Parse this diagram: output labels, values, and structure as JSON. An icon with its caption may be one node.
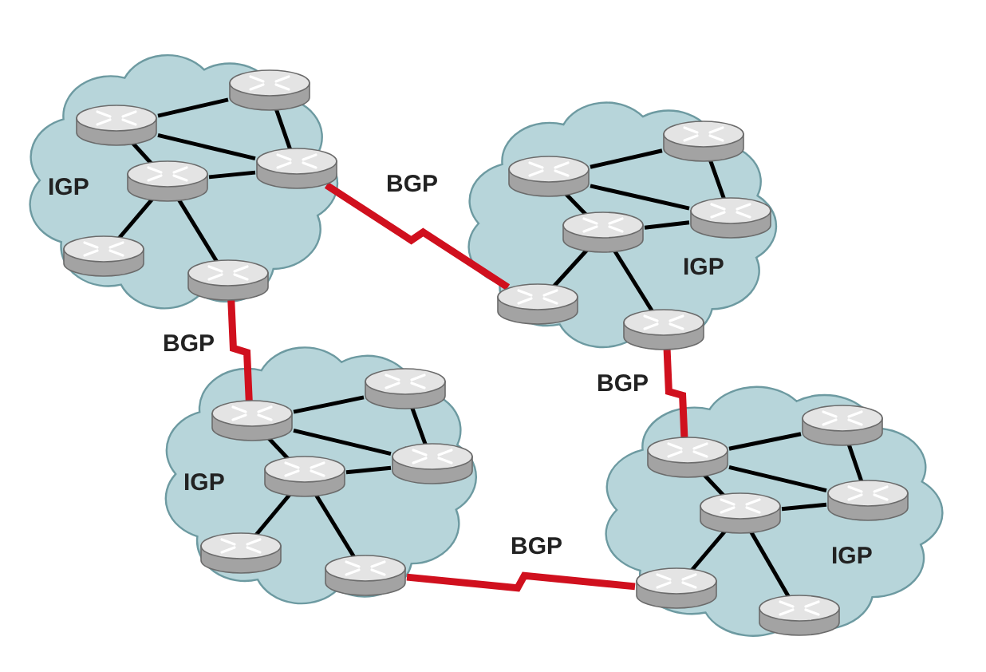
{
  "diagram": {
    "nodes": [
      {
        "text": [
          "IGP"
        ]
      },
      {
        "text": [],
        "shape": "cylinder",
        "in": 0
      },
      {
        "text": [],
        "shape": "cylinder",
        "in": 0
      },
      {
        "text": [],
        "shape": "cylinder",
        "in": 0
      },
      {
        "text": [],
        "shape": "cylinder",
        "in": 0
      },
      {
        "text": [],
        "shape": "cylinder",
        "in": 0
      },
      {
        "text": [],
        "shape": "cylinder",
        "in": 0
      },
      {
        "text": [
          "IGP"
        ]
      },
      {
        "text": [],
        "shape": "cylinder",
        "in": 7
      },
      {
        "text": [],
        "shape": "cylinder",
        "in": 7
      },
      {
        "text": [],
        "shape": "cylinder",
        "in": 7
      },
      {
        "text": [],
        "shape": "cylinder",
        "in": 7
      },
      {
        "text": [],
        "shape": "cylinder",
        "in": 7
      },
      {
        "text": [],
        "shape": "cylinder",
        "in": 7
      },
      {
        "text": [
          "IGP"
        ]
      },
      {
        "text": [],
        "shape": "cylinder",
        "in": 14
      },
      {
        "text": [],
        "shape": "cylinder",
        "in": 14
      },
      {
        "text": [],
        "shape": "cylinder",
        "in": 14
      },
      {
        "text": [],
        "shape": "cylinder",
        "in": 14
      },
      {
        "text": [],
        "shape": "cylinder",
        "in": 14
      },
      {
        "text": [],
        "shape": "cylinder",
        "in": 14
      },
      {
        "text": [
          "IGP"
        ]
      },
      {
        "text": [],
        "shape": "cylinder",
        "in": 21
      },
      {
        "text": [],
        "shape": "cylinder",
        "in": 21
      },
      {
        "text": [],
        "shape": "cylinder",
        "in": 21
      },
      {
        "text": [],
        "shape": "cylinder",
        "in": 21
      },
      {
        "text": [],
        "shape": "cylinder",
        "in": 21
      },
      {
        "text": [],
        "shape": "cylinder",
        "in": 21
      }
    ],
    "edges": [
      {
        "from": 1,
        "to": 2,
        "arrow": "none"
      },
      {
        "from": 1,
        "to": 3,
        "arrow": "none"
      },
      {
        "from": 2,
        "to": 3,
        "arrow": "none"
      },
      {
        "from": 1,
        "to": 4,
        "arrow": "none"
      },
      {
        "from": 4,
        "to": 3,
        "arrow": "none"
      },
      {
        "from": 4,
        "to": 5,
        "arrow": "none"
      },
      {
        "from": 4,
        "to": 6,
        "arrow": "none"
      },
      {
        "from": 8,
        "to": 9,
        "arrow": "none"
      },
      {
        "from": 8,
        "to": 10,
        "arrow": "none"
      },
      {
        "from": 9,
        "to": 10,
        "arrow": "none"
      },
      {
        "from": 8,
        "to": 11,
        "arrow": "none"
      },
      {
        "from": 11,
        "to": 10,
        "arrow": "none"
      },
      {
        "from": 11,
        "to": 12,
        "arrow": "none"
      },
      {
        "from": 11,
        "to": 13,
        "arrow": "none"
      },
      {
        "from": 15,
        "to": 16,
        "arrow": "none"
      },
      {
        "from": 15,
        "to": 17,
        "arrow": "none"
      },
      {
        "from": 16,
        "to": 17,
        "arrow": "none"
      },
      {
        "from": 15,
        "to": 18,
        "arrow": "none"
      },
      {
        "from": 18,
        "to": 17,
        "arrow": "none"
      },
      {
        "from": 18,
        "to": 19,
        "arrow": "none"
      },
      {
        "from": 18,
        "to": 20,
        "arrow": "none"
      },
      {
        "from": 22,
        "to": 23,
        "arrow": "none"
      },
      {
        "from": 22,
        "to": 24,
        "arrow": "none"
      },
      {
        "from": 23,
        "to": 24,
        "arrow": "none"
      },
      {
        "from": 22,
        "to": 25,
        "arrow": "none"
      },
      {
        "from": 25,
        "to": 24,
        "arrow": "none"
      },
      {
        "from": 25,
        "to": 26,
        "arrow": "none"
      },
      {
        "from": 25,
        "to": 27,
        "arrow": "none"
      },
      {
        "from": 3,
        "to": 12,
        "arrow": "none",
        "label": "BGP",
        "style": "thick",
        "color": "#d0101e"
      },
      {
        "from": 6,
        "to": 15,
        "arrow": "none",
        "label": "BGP",
        "style": "thick",
        "color": "#d0101e"
      },
      {
        "from": 13,
        "to": 22,
        "arrow": "none",
        "label": "BGP",
        "style": "thick",
        "color": "#d0101e"
      },
      {
        "from": 20,
        "to": 26,
        "arrow": "none",
        "label": "BGP",
        "style": "thick",
        "color": "#d0101e"
      }
    ]
  }
}
